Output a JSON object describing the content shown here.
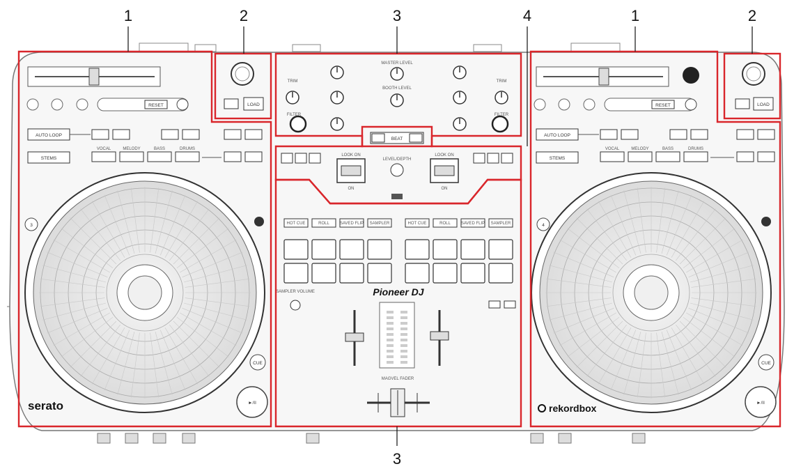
{
  "callouts": {
    "top": [
      "1",
      "2",
      "3",
      "4",
      "1",
      "2"
    ],
    "bottom": "3"
  },
  "highlight_color": "#d9262b",
  "deck_left": {
    "brand": "serato",
    "auto_loop": "AUTO LOOP",
    "stems": "STEMS",
    "pad_labels": [
      "VOCAL",
      "MELODY",
      "BASS",
      "DRUMS"
    ],
    "deck_number": "3",
    "load": "LOAD",
    "play_pause": "►/II",
    "cue": "CUE",
    "reset": "RESET"
  },
  "deck_right": {
    "brand": "rekordbox",
    "auto_loop": "AUTO LOOP",
    "stems": "STEMS",
    "pad_labels": [
      "VOCAL",
      "MELODY",
      "BASS",
      "DRUMS"
    ],
    "deck_number": "4",
    "load": "LOAD",
    "play_pause": "►/II",
    "cue": "CUE",
    "reset": "RESET"
  },
  "mixer": {
    "master_level": "MASTER LEVEL",
    "booth_level": "BOOTH LEVEL",
    "trim": "TRIM",
    "filter": "FILTER",
    "level_depth": "LEVEL/DEPTH",
    "beat": "BEAT",
    "look_on_left": "LOOK ON",
    "look_on_right": "LOOK ON",
    "on": "ON",
    "pad_mode_left": [
      "HOT CUE",
      "ROLL",
      "SAVED FLIP",
      "SAMPLER"
    ],
    "pad_mode_right": [
      "HOT CUE",
      "ROLL",
      "SAVED FLIP",
      "SAMPLER"
    ],
    "logo": "Pioneer DJ",
    "sampler_volume": "SAMPLER VOLUME",
    "crossfader_label": "MAGVEL FADER"
  }
}
